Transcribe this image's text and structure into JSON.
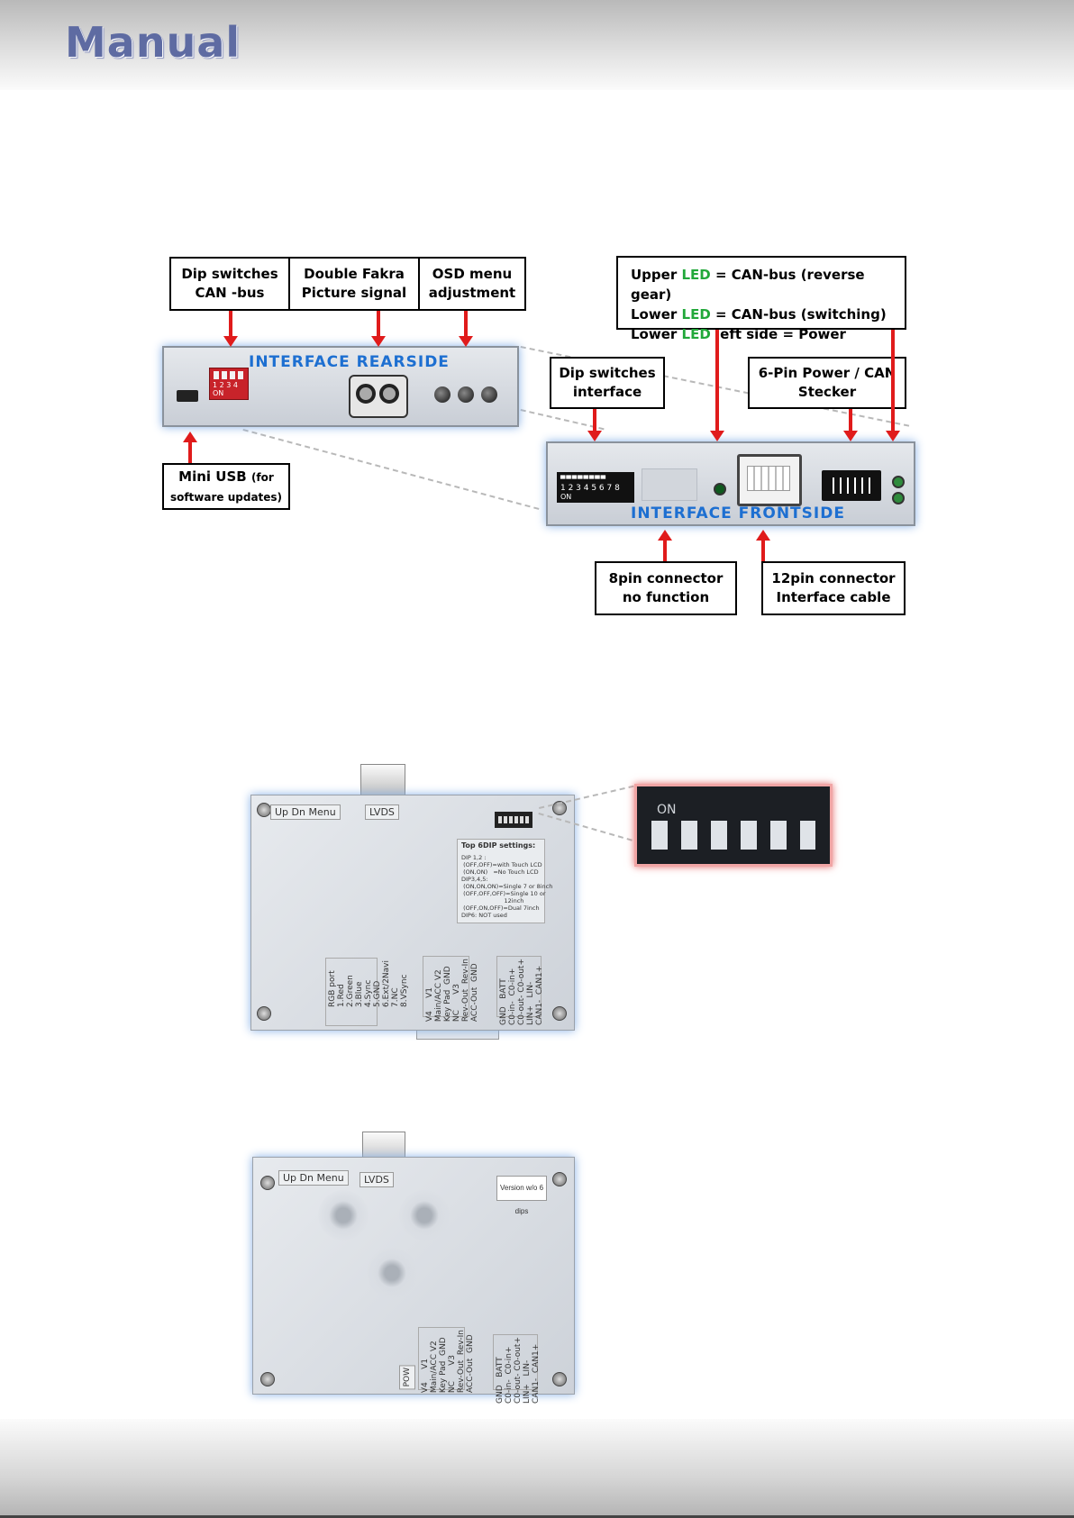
{
  "header": {
    "title": "Manual"
  },
  "diagram1": {
    "rearside_label": "INTERFACE  REARSIDE",
    "frontside_label": "INTERFACE  FRONTSIDE",
    "callouts": {
      "dip_can_bus": [
        "Dip switches",
        "CAN -bus"
      ],
      "double_fakra": [
        "Double Fakra",
        "Picture signal"
      ],
      "osd_menu": [
        "OSD menu",
        "adjustment"
      ],
      "mini_usb_main": "Mini USB",
      "mini_usb_sub1": "(for",
      "mini_usb_sub2": "software updates)",
      "dip_interface": [
        "Dip switches",
        "interface"
      ],
      "six_pin": [
        "6-Pin Power / CAN",
        "Stecker"
      ],
      "eight_pin": [
        "8pin connector",
        "no function"
      ],
      "twelve_pin": [
        "12pin connector",
        "Interface cable"
      ],
      "led_lines": [
        {
          "pre": "Upper ",
          "led": "LED",
          "post": " = CAN-bus (reverse gear)"
        },
        {
          "pre": "Lower ",
          "led": "LED",
          "post": " = CAN-bus (switching)"
        },
        {
          "pre": "Lower ",
          "led": "LED",
          "post": " left side = Power"
        }
      ]
    },
    "rear_dip_numbers": "1 2 3 4",
    "rear_dip_on": "ON",
    "front_dip_numbers": "1 2 3 4 5 6 7 8",
    "front_dip_on": "ON"
  },
  "board1": {
    "buttons_label": "Up Dn Menu",
    "lvds_label": "LVDS",
    "dip_zoom_on": "ON",
    "settings_title": "Top 6DIP settings:",
    "settings_lines": [
      "DIP 1,2 :",
      " (OFF,OFF)=with Touch LCD",
      " (ON,ON)   =No Touch LCD",
      "DIP3,4,5:",
      " (ON,ON,ON)=Single 7 or 8inch",
      " (OFF,OFF,OFF)=Single 10 or",
      "                       12inch",
      " (OFF,ON,OFF)=Dual 7inch",
      "DIP6: NOT used"
    ],
    "rgb_port": "RGB port\n1.Red\n2.Green\n3.Blue\n4.Sync\n5.GND\n6.Ext/2Navi\n7.NC\n8.VSync",
    "video_port": "V4     V1\nMain/ACC V2\nKey Pad  GND\nNC      V3\nRev-Out  Rev-In\nACC-Out  GND",
    "power_port": "GND   BATT\nC0-in-  C0-in+\nC0-out- C0-out+\nLIN+   LIN-\nCAN1-  CAN1+"
  },
  "board2": {
    "buttons_label": "Up Dn Menu",
    "lvds_label": "LVDS",
    "version_label": "Version w/o 6 dips",
    "pow_label": "POW",
    "video_port": "V4     V1\nMain/ACC V2\nKey Pad  GND\nNC      V3\nRev-Out  Rev-In\nACC-Out  GND",
    "power_port": "GND   BATT\nC0-in-  C0-in+\nC0-out- C0-out+\nLIN+   LIN-\nCAN1-  CAN1+"
  }
}
